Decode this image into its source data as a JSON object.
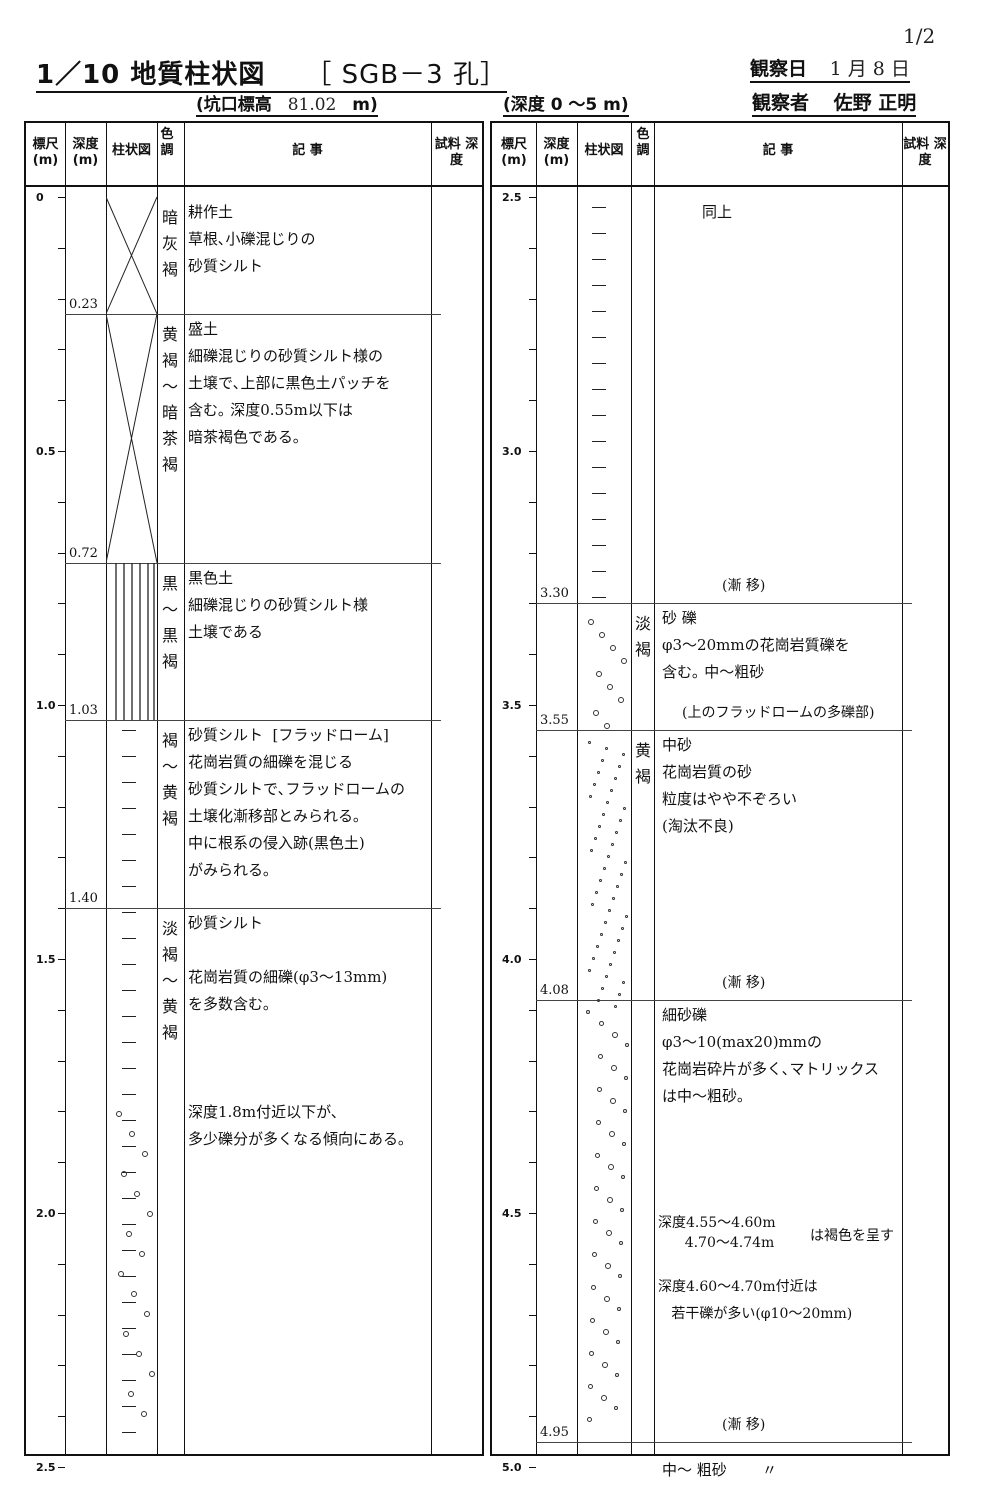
{
  "page_number": "1/2",
  "title": "1／10 地質柱状図",
  "hole": "［ SGB－3 孔］",
  "elevation": {
    "label": "(坑口標高",
    "value": "81.02",
    "unit": "m)"
  },
  "depth_range": "(深度 0 ～5 m)",
  "observation": {
    "date_label": "観察日",
    "date": "1 月 8 日",
    "observer_label": "観察者",
    "observer": "佐野 正明"
  },
  "headers": {
    "scale": "標尺 (m)",
    "depth": "深度 (m)",
    "column": "柱状図",
    "color": "色 調",
    "notes": "記 事",
    "sample": "試料 深度"
  },
  "left_scale": [
    "0",
    "0.5",
    "1.0",
    "1.5",
    "2.0",
    "2.5"
  ],
  "right_scale": [
    "2.5",
    "3.0",
    "3.5",
    "4.0",
    "4.5",
    "5.0"
  ],
  "left_layers": [
    {
      "depth": "0.23",
      "color": "暗 灰 褐",
      "desc": "耕作土\n草根､小礫混じりの\n砂質シルト"
    },
    {
      "depth": "0.72",
      "color": "黄 褐 ～ 暗 茶 褐",
      "desc": "盛土\n細礫混じりの砂質シルト様の\n土壌で､上部に黒色土パッチを\n含む｡ 深度0.55m以下は\n暗茶褐色である｡"
    },
    {
      "depth": "1.03",
      "color": "黒 ～ 黒 褐",
      "desc": "黒色土\n細礫混じりの砂質シルト様\n土壌である"
    },
    {
      "depth": "1.40",
      "color": "褐 ～ 黄 褐",
      "desc": "砂質シルト  [フラッドローム]\n花崗岩質の細礫を混じる\n砂質シルトで､フラッドロームの\n土壌化漸移部とみられる｡\n中に根系の侵入跡(黒色土)\nがみられる｡"
    },
    {
      "depth": "",
      "color": "淡 褐 ～ 黄 褐",
      "desc": "砂質シルト\n\n花崗岩質の細礫(φ3～13mm)\nを多数含む｡\n\n\n\n深度1.8m付近以下が､\n多少礫分が多くなる傾向にある｡"
    }
  ],
  "right_layers": [
    {
      "depth": "3.30",
      "color": "",
      "desc": "同上",
      "note": "(漸 移)"
    },
    {
      "depth": "3.55",
      "color": "淡 褐",
      "desc": "砂 礫\nφ3～20mmの花崗岩質礫を\n含む｡ 中～粗砂",
      "note": "(上のフラッドロームの多礫部)"
    },
    {
      "depth": "4.08",
      "color": "黄 褐",
      "desc": "中砂\n花崗岩質の砂\n粒度はやや不ぞろい\n(淘汰不良)",
      "note": "(漸 移)"
    },
    {
      "depth": "4.95",
      "color": "",
      "desc": "細砂礫\nφ3～10(max20)mmの\n花崗岩砕片が多く､マトリックス\nは中～粗砂｡",
      "note": "(漸 移)"
    }
  ],
  "right_extra": {
    "d1": "深度4.55～4.60m\n      4.70～4.74m",
    "d1b": "は褐色を呈す",
    "d2": "深度4.60～4.70m付近は\n   若干礫が多い(φ10～20mm)"
  },
  "bottom_note": "中～ 粗砂",
  "ditto": "〃"
}
